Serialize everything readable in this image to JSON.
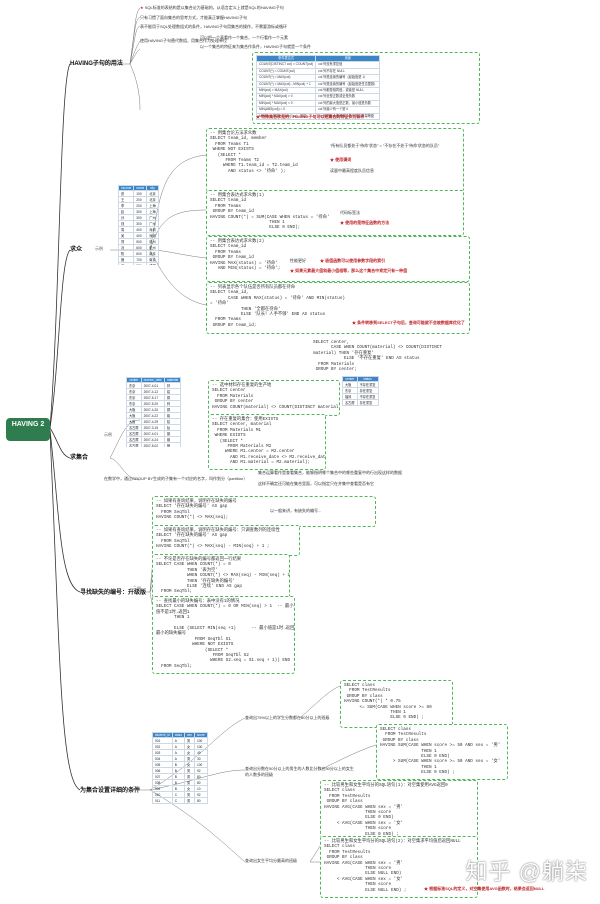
{
  "root": {
    "title": "HAVING 2"
  },
  "branches": [
    {
      "key": "b1",
      "label": "HAVING子句的用法"
    },
    {
      "key": "b2",
      "label": "求众"
    },
    {
      "key": "b3",
      "label": "求集合"
    },
    {
      "key": "b4",
      "label": "寻找缺失的编号：升级版"
    },
    {
      "key": "b5",
      "label": "为集合设置详细的条件"
    }
  ],
  "edge_labels": {
    "example": "示例"
  },
  "sec1": {
    "notes": [
      "SQL标准的表结构是以集合论为基础的，从语言定义上就是SQL的HAVING子句",
      "只有习惯了面向集合的思考方式，才能真正掌握HAVING子句",
      "表不能用于SQL处理数组式的条件，HAVING子句用集合的操作，不需要游标或循环",
      "使用HAVING子句替代数组，用集合作为处理单位",
      "可以把一个表看作一个集合，一个行看作一个元素",
      "以一个集合的特征来为集合作条件，HAVING子句就是一个条件"
    ],
    "table_header": [
      "条件表达式",
      "用途"
    ],
    "table_rows": [
      [
        "COUNT(DISTINCT col) = COUNT(col)",
        "col 列没有重复值"
      ],
      [
        "COUNT(*) = COUNT(col)",
        "col 列不存在 NULL"
      ],
      [
        "COUNT(*) = MAX(col)",
        "col 列是连续的编号（起始值是 1）"
      ],
      [
        "COUNT(*) = MAX(col) - MIN(col) + 1",
        "col 列是连续的编号（起始值是任意整数）"
      ],
      [
        "MIN(col) = MAX(col)",
        "col 列都是相同值，或者是 NULL"
      ],
      [
        "MIN(col) * MAX(col) > 0",
        "col 列全是正数或全是负数"
      ],
      [
        "MIN(col) * MAX(col) < 0",
        "col 列的最大值是正数，最小值是负数"
      ],
      [
        "MIN(ABS(col)) = 0",
        "col 列最少有一个是 0"
      ],
      [
        "MIN(col - 常量) = -MAX(col - 常量)",
        "col 列的最大值和最小值与指定常量等距"
      ]
    ],
    "red_note": "特殊集合求是的，HAVING子句可以把集合的特征作为条件"
  },
  "sec2": {
    "table_header": [
      "income",
      "name",
      "city"
    ],
    "table_rows": [
      [
        "张",
        "100",
        "北京"
      ],
      [
        "王",
        "200",
        "北京"
      ],
      [
        "李",
        "200",
        "上海"
      ],
      [
        "赵",
        "300",
        "上海"
      ],
      [
        "孙",
        "300",
        "广州"
      ],
      [
        "钱",
        "300",
        "广州"
      ],
      [
        "周",
        "400",
        "深圳"
      ],
      [
        "吴",
        "400",
        "深圳"
      ],
      [
        "郑",
        "500",
        "杭州"
      ],
      [
        "冯",
        "600",
        "杭州"
      ],
      [
        "陈",
        "600",
        "南京"
      ],
      [
        "褚",
        "700",
        "南京"
      ],
      [
        "卫",
        "800",
        "成都"
      ],
      [
        "蒋",
        "900",
        "成都"
      ],
      [
        "沈",
        "1000",
        "重庆"
      ]
    ],
    "box1": "-- 用集合论方法求众数\nSELECT team_id, member\n  FROM Teams T1\n WHERE NOT EXISTS\n   (SELECT *\n      FROM Teams T2\n     WHERE T1.team_id = T2.team_id\n       AND status <> '待命' );",
    "box1_note1": "\"所有队员都处于'待命'状态\" = \"不存在不处于'待命'状态的队员\"",
    "box1_note2": "使用谓词",
    "box1_note3": "读量中最高程度队员信息",
    "box2": "-- 用集合表达式求众数(1)\nSELECT team_id\n  FROM Teams\n GROUP BY team_id\nHAVING COUNT(*) = SUM(CASE WHEN status = '待命'\n                       THEN 1\n                       ELSE 0 END);",
    "box2_note1": "代码标签法",
    "box2_note2": "使用的是特征函数的方法",
    "box3": "-- 用集合表达式求众数(2)\nSELECT team_id\n  FROM Teams\n GROUP BY team_id\nHAVING MAX(status) = '待命'\n   AND MIN(status) = '待命';",
    "box3_note1": "性能更好",
    "box3_note2": "极值函数可以使用参数字段的索引",
    "box3_note3": "如果元素最大值和最小值相等，那么这个集合中肯定只有一种值",
    "box4": "-- 列表显示各个队伍是否所有队员都在待命\nSELECT team_id,\n       CASE WHEN MAX(status) = '待命' AND MIN(status)\n= '待命'\n            THEN '全都在待命'\n            ELSE '队长！人手不够' END AS status\n  FROM Teams\n GROUP BY team_id;",
    "box4_note": "条件转移到SELECT子句后，查询可能就不会被数据库优化了"
  },
  "sec3": {
    "table_header": [
      "center",
      "receive_date",
      "material"
    ],
    "table_rows": [
      [
        "东京",
        "2007-4-01",
        "锌"
      ],
      [
        "东京",
        "2007-4-12",
        "铝"
      ],
      [
        "东京",
        "2007-5-17",
        "铜"
      ],
      [
        "东京",
        "2007-5-20",
        "锌"
      ],
      [
        "大阪",
        "2007-4-20",
        "铜"
      ],
      [
        "大阪",
        "2007-4-22",
        "镍"
      ],
      [
        "大阪",
        "2007-4-29",
        "铅"
      ],
      [
        "名古屋",
        "2007-3-15",
        "钛"
      ],
      [
        "名古屋",
        "2007-4-01",
        "钢"
      ],
      [
        "名古屋",
        "2007-4-24",
        "钢"
      ],
      [
        "名古屋",
        "2007-5-02",
        "镁"
      ],
      [
        "名古屋",
        "2007-5-10",
        "钛"
      ],
      [
        "福冈",
        "2007-5-10",
        "锌"
      ],
      [
        "福冈",
        "2007-5-28",
        "锡"
      ]
    ],
    "box_top": "SELECT center,\n       CASE WHEN COUNT(material) <> COUNT(DISTINCT\nmaterial) THEN '存在重复'\n            ELSE '不存在重复' END AS status\n  FROM Materials\n GROUP BY center;",
    "result_header": [
      "center",
      "status"
    ],
    "result_rows": [
      [
        "大阪",
        "不存在重复"
      ],
      [
        "东京",
        "存在重复"
      ],
      [
        "福冈",
        "不存在重复"
      ],
      [
        "名古屋",
        "存在重复"
      ]
    ],
    "box1": "-- 选中材料存在重复的生产地\nSELECT center\n  FROM Materials\n GROUP BY center\nHAVING COUNT(material) <> COUNT(DISTINCT material);",
    "box2": "-- 存在重复的集合：使用EXISTS\nSELECT center, material\n  FROM Materials M1\n WHERE EXISTS\n   (SELECT *\n      FROM Materials M2\n     WHERE M1.center = M2.center\n       AND M1.receive_date <> M2.receive_date\n       AND M1.material = M2.material);",
    "note1": "集合运算看作是查看集合，能够指明哪个集合中的哪些重复中的行出现这样的数据",
    "note2": "这样不确定还可能在集合里面，可以指定只在并集中查看是否有它",
    "note3": "在数学中，通过GROUP BY生成的子集有一个对应的名字，叫作划分（partition）"
  },
  "sec4": {
    "box1": "-- 如果有查询结果，说明存在缺失的编号\nSELECT '存在缺失的编号' AS gap\n  FROM SeqTbl\nHAVING COUNT(*) <> MAX(seq);",
    "box1_note": "以一般来讲，有缺失的编号...",
    "box2": "-- 如果有查询结果，说明存在缺失的编号：只调查数列的连续性\nSELECT '存在缺失的编号' AS gap\n  FROM SeqTbl\nHAVING COUNT(*) <> MAX(seq) - MIN(seq) + 1 ;",
    "box3": "-- 不论是否存在缺失的编号都返回一行结果\nSELECT CASE WHEN COUNT(*) = 0\n            THEN '表为空'\n            WHEN COUNT(*) <> MAX(seq) - MIN(seq) + 1\n            THEN '存在缺失的编号'\n            ELSE '连续' END AS gap\n  FROM SeqTbl;",
    "box4": "-- 查找最小的缺失编号：表中没有1的情况\nSELECT CASE WHEN COUNT(*) = 0 OR MIN(seq) > 1  -- 最小\n值不是1时→返回1\n       THEN 1\n\n       ELSE (SELECT MIN(seq +1)      -- 最小值是1时→返回\n最小的缺失编号\n               FROM SeqTbl S1\n              WHERE NOT EXISTS\n                   (SELECT *\n                      FROM SeqTbl S2\n                     WHERE S2.seq = S1.seq + 1)) END\n  FROM SeqTbl;"
  },
  "sec5": {
    "table_header": [
      "student_id",
      "class",
      "sex",
      "score"
    ],
    "table_rows": [
      [
        "001",
        "A",
        "男",
        "100"
      ],
      [
        "002",
        "A",
        "女",
        "100"
      ],
      [
        "003",
        "A",
        "女",
        "49"
      ],
      [
        "004",
        "A",
        "男",
        "30"
      ],
      [
        "005",
        "B",
        "女",
        "100"
      ],
      [
        "006",
        "B",
        "男",
        "92"
      ],
      [
        "007",
        "B",
        "男",
        "80"
      ],
      [
        "008",
        "B",
        "男",
        "80"
      ],
      [
        "009",
        "B",
        "女",
        "10"
      ],
      [
        "010",
        "C",
        "男",
        "92"
      ],
      [
        "011",
        "C",
        "男",
        "80"
      ],
      [
        "012",
        "C",
        "女",
        "21"
      ],
      [
        "013",
        "D",
        "女",
        "100"
      ],
      [
        "014",
        "D",
        "女",
        "0"
      ],
      [
        "015",
        "D",
        "女",
        "0"
      ]
    ],
    "q1": "查询出75%以上的学生分数都在80分以上的班级",
    "q2": "查询出分数在50分以上的男生的人数比分数在50分以上的女生的人数多的班级",
    "q3": "查询出女生平均分最高的班级",
    "box1": "SELECT class\n  FROM TestResults\n GROUP BY class\nHAVING COUNT(*) * 0.75\n      <= SUM(CASE WHEN score >= 80\n                  THEN 1\n                  ELSE 0 END) ;",
    "box2": "SELECT class\n  FROM TestResults\n GROUP BY class\nHAVING SUM(CASE WHEN score >= 50 AND sex = '男'\n                THEN 1\n                ELSE 0 END)\n     > SUM(CASE WHEN score >= 50 AND sex = '女'\n                THEN 1\n                ELSE 0 END) ;",
    "box3": "-- 比较男生和女生平均分的SQL语句(1)：对空集使用AVG返回0\nSELECT class\n  FROM TestResults\n GROUP BY class\nHAVING AVG(CASE WHEN sex = '男'\n                THEN score\n                ELSE 0 END)\n     < AVG(CASE WHEN sex = '女'\n                THEN score\n                ELSE 0 END) ;",
    "box4": "-- 比较男生和女生平均分的SQL语句(2)：对空集求平均值后返回NULL\nSELECT class\n  FROM TestResults\n GROUP BY class\nHAVING AVG(CASE WHEN sex = '男'\n                THEN score\n                ELSE NULL END)\n     < AVG(CASE WHEN sex = '女'\n                THEN score\n                ELSE NULL END) ;",
    "box4_note": "根据标准SQL的定义，对空集使用AVG函数时，结果会返回NULL"
  },
  "watermark": "知乎 @躺柒"
}
